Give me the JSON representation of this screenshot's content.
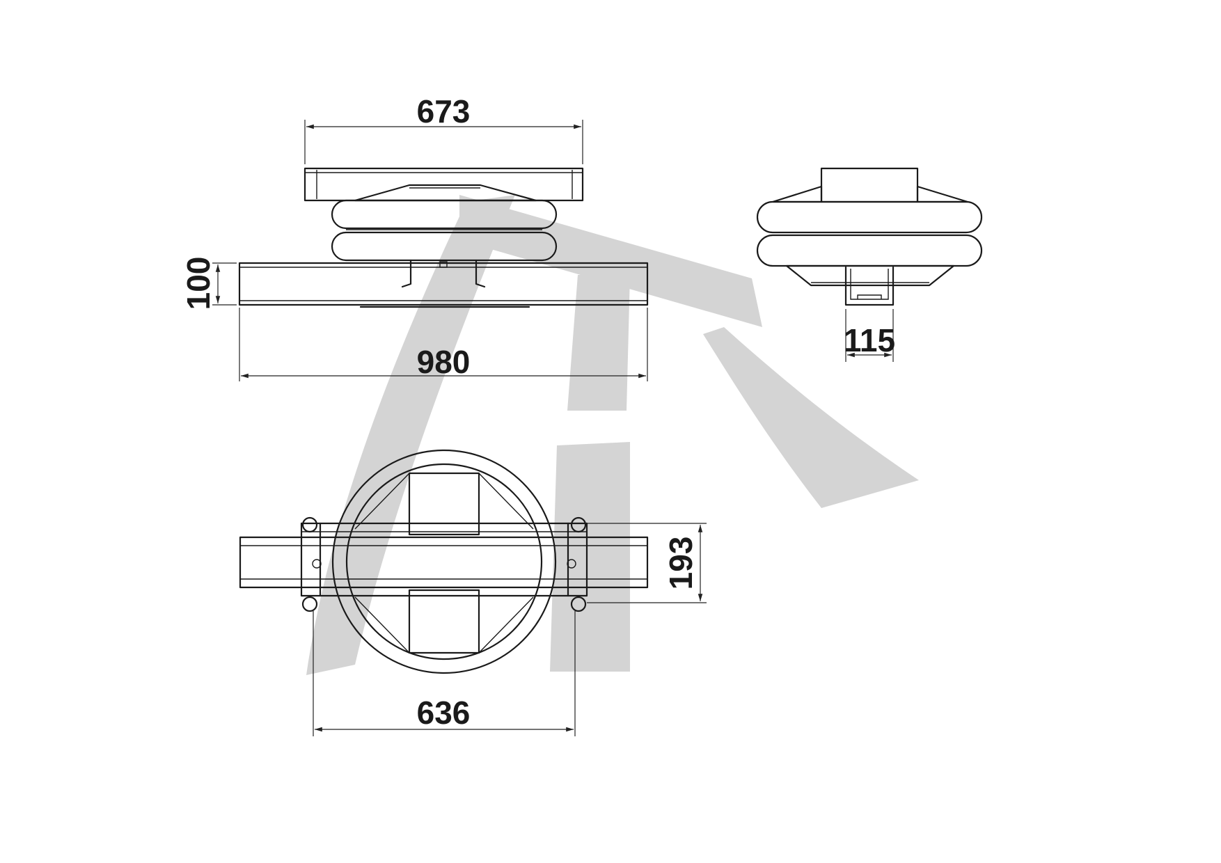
{
  "drawing": {
    "views": [
      "side-view",
      "end-view",
      "top-view"
    ],
    "dimensions": {
      "upper_plate_width": "673",
      "base_height": "100",
      "base_length": "980",
      "channel_width": "115",
      "clamp_spacing": "193",
      "clamp_distance": "636"
    },
    "colors": {
      "line": "#1a1a1a",
      "watermark": "#d4d4d4",
      "background": "#ffffff"
    }
  }
}
